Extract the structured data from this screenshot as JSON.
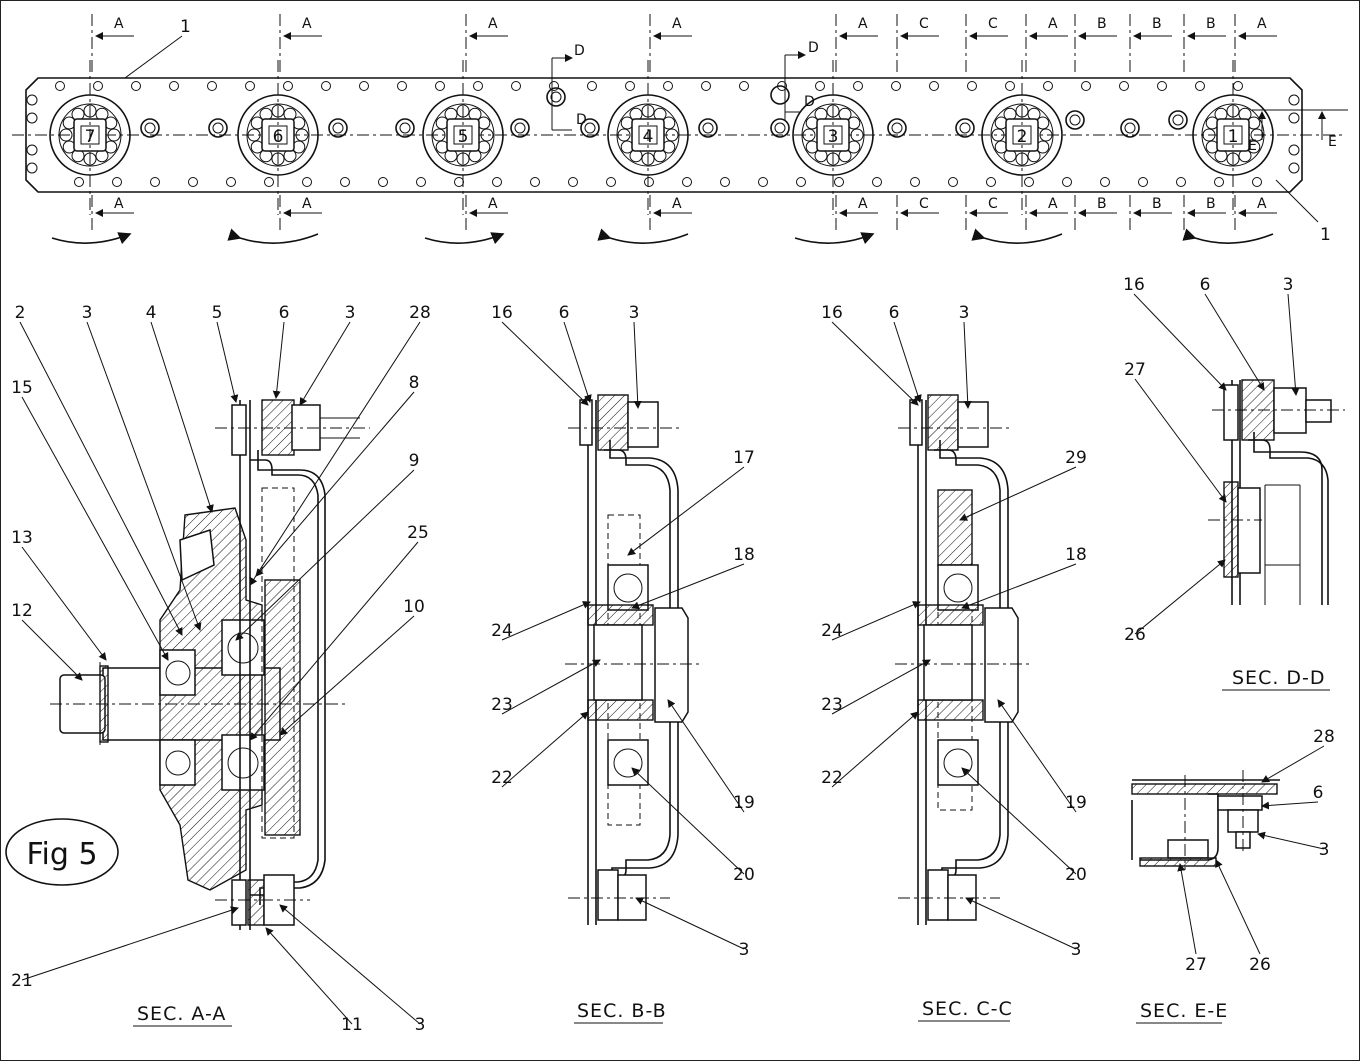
{
  "figure": {
    "title": "Fig 5"
  },
  "plate": {
    "hub_numbers": [
      "7",
      "6",
      "5",
      "4",
      "3",
      "2",
      "1"
    ],
    "part_label_top": "1",
    "part_label_bottom": "1",
    "cut_markers_top": [
      "A",
      "A",
      "A",
      "A",
      "A",
      "C",
      "C",
      "A",
      "B",
      "B",
      "B",
      "A"
    ],
    "cut_markers_bottom": [
      "A",
      "A",
      "A",
      "A",
      "A",
      "C",
      "C",
      "A",
      "B",
      "B",
      "B",
      "A"
    ],
    "d_markers": [
      "D",
      "D",
      "D",
      "D"
    ],
    "e_markers": [
      "E",
      "E"
    ]
  },
  "sections": {
    "aa": {
      "caption": "SEC. A-A",
      "labels": [
        "2",
        "3",
        "4",
        "5",
        "6",
        "3",
        "28",
        "15",
        "8",
        "9",
        "13",
        "25",
        "12",
        "10",
        "21",
        "11",
        "3"
      ]
    },
    "bb": {
      "caption": "SEC. B-B",
      "labels": [
        "16",
        "6",
        "3",
        "17",
        "18",
        "24",
        "23",
        "22",
        "19",
        "20",
        "3"
      ]
    },
    "cc": {
      "caption": "SEC. C-C",
      "labels": [
        "16",
        "6",
        "3",
        "29",
        "18",
        "24",
        "23",
        "22",
        "19",
        "20",
        "3"
      ]
    },
    "dd": {
      "caption": "SEC. D-D",
      "labels": [
        "16",
        "6",
        "3",
        "27",
        "26"
      ]
    },
    "ee": {
      "caption": "SEC. E-E",
      "labels": [
        "28",
        "6",
        "3",
        "27",
        "26"
      ]
    }
  }
}
